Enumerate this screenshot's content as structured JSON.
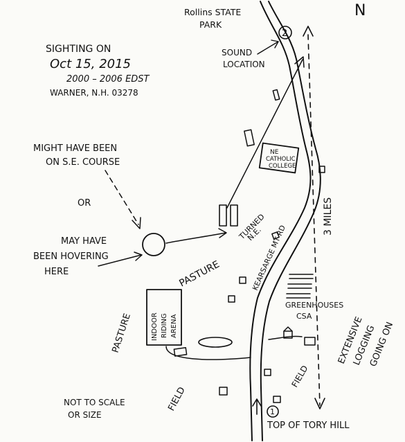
{
  "north_label": "N",
  "park_label_line1": "Rollins STATE",
  "park_label_line2": "PARK",
  "sighting_title": "SIGHTING ON",
  "sighting_date": "Oct 15, 2015",
  "sighting_time": "2000 – 2006 EDST",
  "sighting_place": "WARNER, N.H. 03278",
  "sound_label_line1": "SOUND",
  "sound_label_line2": "LOCATION",
  "sound_marker": "2",
  "course_note_line1": "MIGHT HAVE BEEN",
  "course_note_line2": "ON S.E. COURSE",
  "or_label": "OR",
  "hover_note_line1": "MAY HAVE",
  "hover_note_line2": "BEEN HOVERING",
  "hover_note_line3": "HERE",
  "college_label_line1": "NE",
  "college_label_line2": "CATHOLIC",
  "college_label_line3": "COLLEGE",
  "turned_label_line1": "TURNED",
  "turned_label_line2": "N.E.",
  "road_label": "KEARSARGE MT RD",
  "distance_label": "3 MILES",
  "pasture_label_upper": "PASTURE",
  "pasture_label_left": "PASTURE",
  "arena_label_line1": "INDOOR",
  "arena_label_line2": "RIDING",
  "arena_label_line3": "ARENA",
  "greenhouses_label_line1": "GREENHOUSES",
  "greenhouses_label_line2": "CSA",
  "logging_label_line1": "EXTENSIVE",
  "logging_label_line2": "LOGGING",
  "logging_label_line3": "GOING ON",
  "field_label_right": "FIELD",
  "field_label_left": "FIELD",
  "scale_note_line1": "NOT TO SCALE",
  "scale_note_line2": "OR SIZE",
  "start_marker": "1",
  "hill_label": "TOP OF TORY HILL",
  "colors": {
    "ink": "#111111",
    "paper": "#fbfbf8"
  }
}
